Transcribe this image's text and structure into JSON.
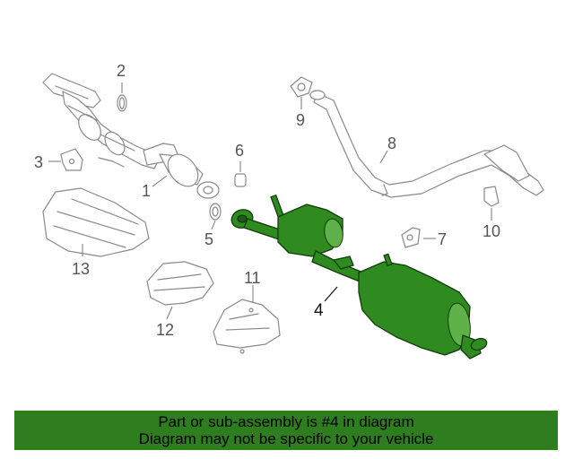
{
  "callouts": {
    "c1": "1",
    "c2": "2",
    "c3": "3",
    "c4": "4",
    "c5": "5",
    "c6": "6",
    "c7": "7",
    "c8": "8",
    "c9": "9",
    "c10": "10",
    "c11": "11",
    "c12": "12",
    "c13": "13"
  },
  "banner": {
    "line1": "Part or sub-assembly is #4 in diagram",
    "line2": "Diagram may not be specific to your vehicle"
  },
  "colors": {
    "highlight": "#2f8a1f",
    "banner": "#2e7d1e"
  }
}
